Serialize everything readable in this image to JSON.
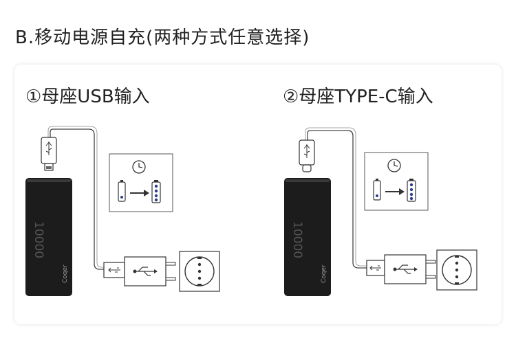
{
  "heading": "B.移动电源自充(两种方式任意选择)",
  "panels": [
    {
      "label": "①母座USB输入",
      "brand": "Coqer",
      "capacity": "10000",
      "connector": "micro-usb"
    },
    {
      "label": "②母座TYPE-C输入",
      "brand": "Coqer",
      "capacity": "10000",
      "connector": "type-c"
    }
  ],
  "icons": {
    "clock": "clock-icon",
    "battery_low": "battery-low-icon",
    "battery_full": "battery-full-icon",
    "arrow": "arrow-right-icon",
    "usb": "usb-icon",
    "socket": "power-socket-icon"
  }
}
